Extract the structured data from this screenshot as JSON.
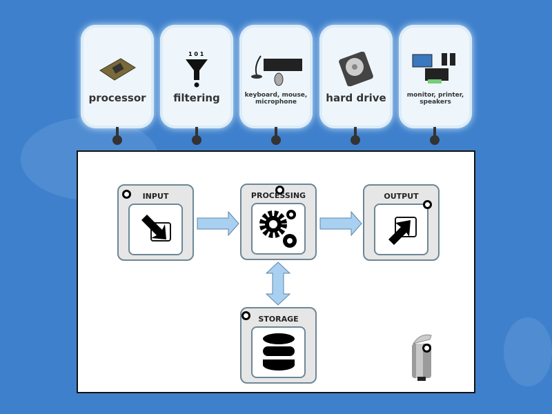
{
  "cards": [
    {
      "label": "processor",
      "icon": "processor-chip-image"
    },
    {
      "label": "filtering",
      "icon": "filter-funnel-image",
      "funnel_digits": "1 0 1"
    },
    {
      "label": "keyboard, mouse, microphone",
      "icon": "keyboard-mouse-microphone-image"
    },
    {
      "label": "hard drive",
      "icon": "hard-drive-image"
    },
    {
      "label": "monitor, printer, speakers",
      "icon": "monitor-printer-speakers-image"
    }
  ],
  "diagram": {
    "input": "INPUT",
    "processing": "PROCESSING",
    "output": "OUTPUT",
    "storage": "STORAGE"
  },
  "colors": {
    "background": "#3f80cc",
    "arrow_fill": "#a9d0f0",
    "arrow_stroke": "#5a86a8"
  }
}
